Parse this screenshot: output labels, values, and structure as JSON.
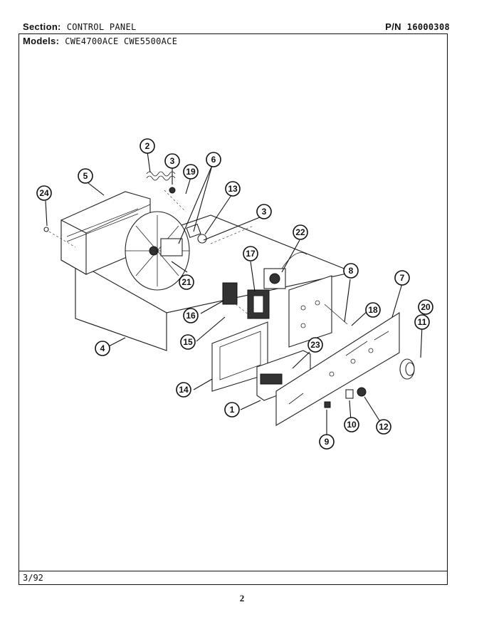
{
  "header": {
    "section_label": "Section:",
    "section_value": "CONTROL PANEL",
    "pn_label": "P/N",
    "pn_value": "16000308",
    "models_label": "Models:",
    "models_value": "CWE4700ACE   CWE5500ACE"
  },
  "footer": {
    "date": "3/92",
    "page_number": "2"
  },
  "callouts": [
    "1",
    "2",
    "3",
    "3",
    "4",
    "5",
    "6",
    "7",
    "8",
    "9",
    "10",
    "11",
    "12",
    "13",
    "14",
    "15",
    "16",
    "17",
    "18",
    "19",
    "20",
    "21",
    "22",
    "23",
    "24"
  ]
}
